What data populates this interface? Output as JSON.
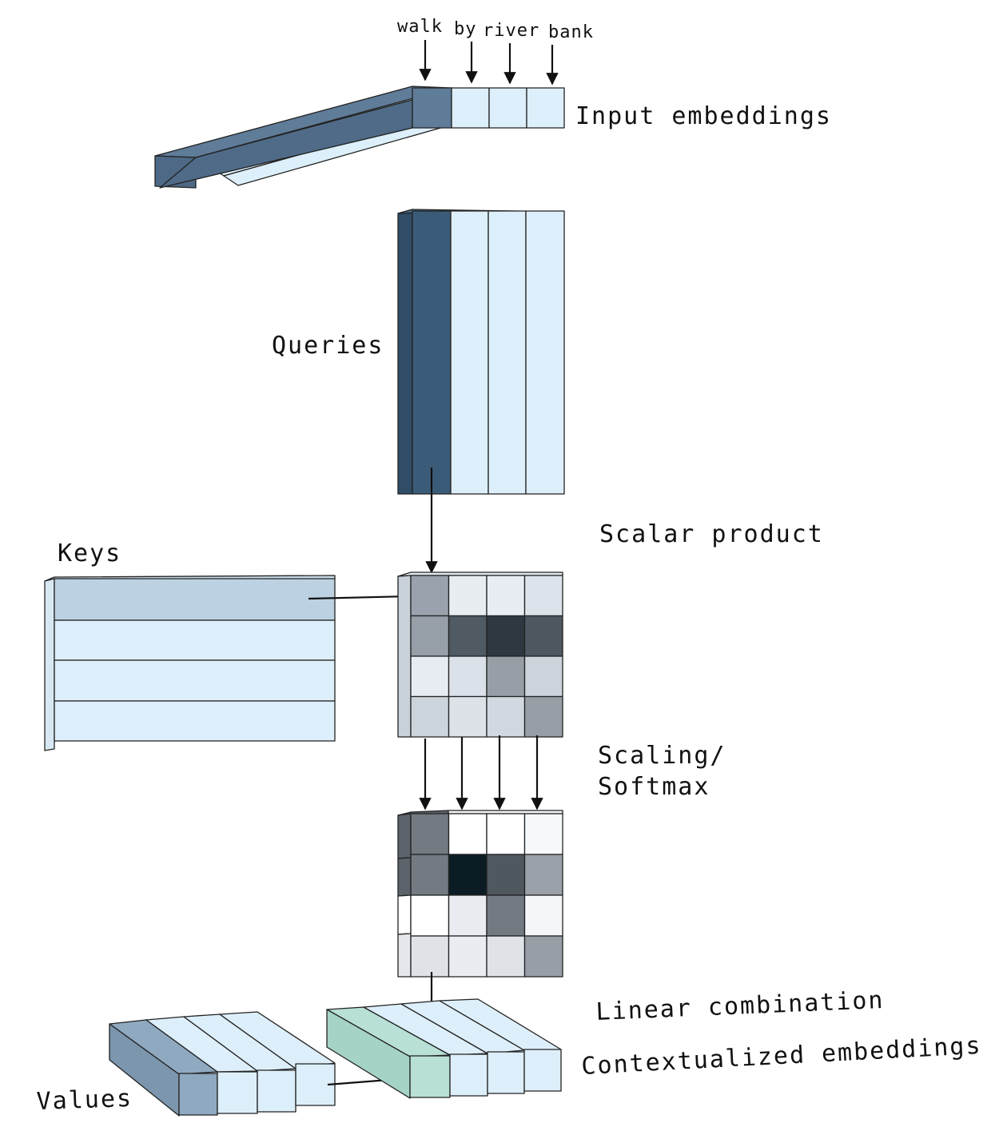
{
  "tokens": [
    "walk",
    "by",
    "river",
    "bank"
  ],
  "labels": {
    "input_embeddings": "Input embeddings",
    "queries": "Queries",
    "scalar_product": "Scalar product",
    "keys": "Keys",
    "scaling_line1": "Scaling/",
    "scaling_line2": "Softmax",
    "linear_combination": "Linear combination",
    "contextualized_embeddings": "Contextualized embeddings",
    "values": "Values"
  },
  "colors": {
    "light_cell": "#ddeffa",
    "dark_blue": "#5f7c99",
    "queries_dark": "#3b5c78",
    "keys_highlight": "#bcd2e2",
    "values_highlight": "#8fa9c0",
    "contextualized_highlight": "#b8e0d6",
    "outline": "#222222"
  },
  "matrices": {
    "scalar_product": [
      [
        "#9aa3ad",
        "#e8edf2",
        "#e8edf3",
        "#dde3ea"
      ],
      [
        "#979fa8",
        "#505a63",
        "#2e3840",
        "#4e5861"
      ],
      [
        "#e6ecf2",
        "#dbe1e8",
        "#979ea6",
        "#ccd3db"
      ],
      [
        "#ccd4dc",
        "#dce2e8",
        "#d2d8e0",
        "#979ea6"
      ]
    ],
    "softmax": [
      [
        "#737a82",
        "#ffffff",
        "#ffffff",
        "#f6f9fc"
      ],
      [
        "#737a82",
        "#0c1c24",
        "#4f575f",
        "#9aa1a8"
      ],
      [
        "#ffffff",
        "#e9edf1",
        "#737a82",
        "#f4f7fa"
      ],
      [
        "#dfe3e8",
        "#e9edf1",
        "#dfe3e8",
        "#979ea6"
      ]
    ]
  }
}
